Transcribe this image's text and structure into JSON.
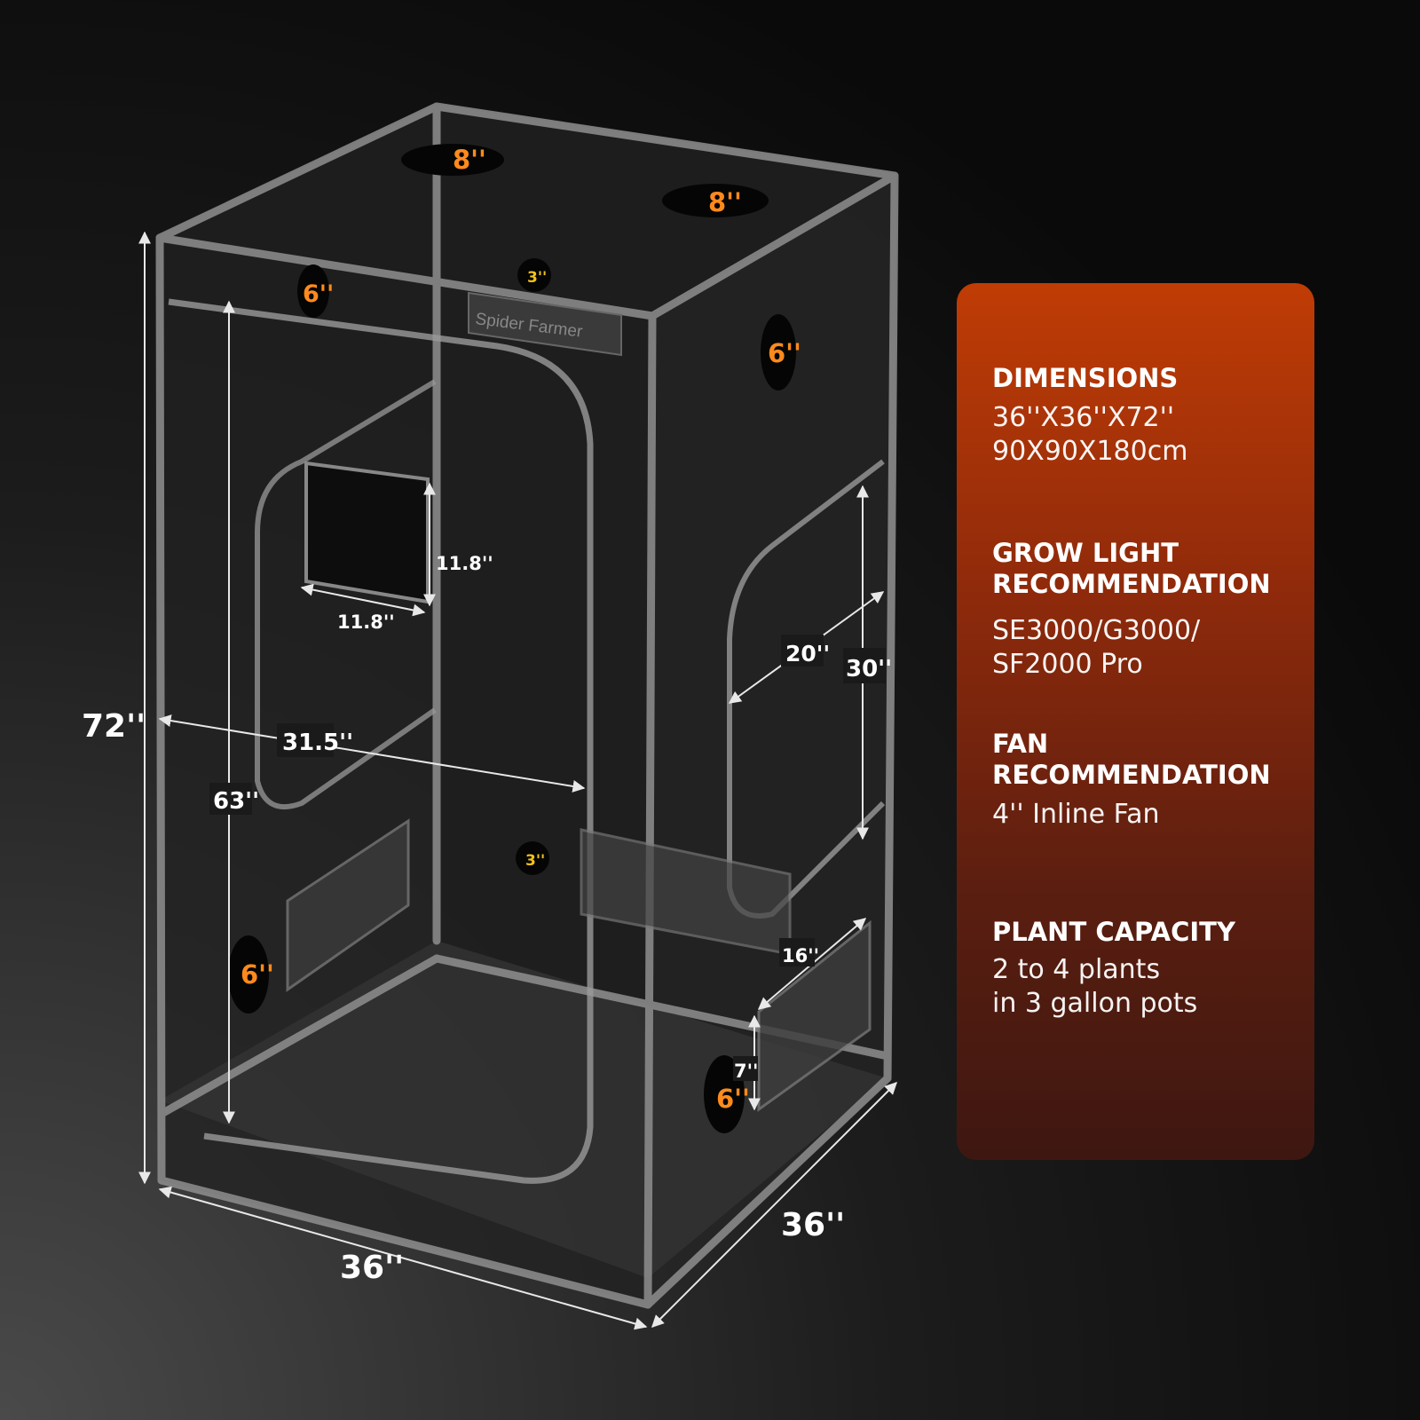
{
  "brand": {
    "logo_text": "Spider Farmer"
  },
  "tent_dimensions": {
    "height_total": "72''",
    "width_front": "36''",
    "depth_side": "36''",
    "door_height": "63''",
    "door_width": "31.5''",
    "front_window_w": "11.8''",
    "front_window_h": "11.8''",
    "side_window_w": "20''",
    "side_window_h": "30''",
    "side_vent_w": "16''",
    "side_vent_h": "7''",
    "top_port_large_1": "8''",
    "top_port_large_2": "8''",
    "front_top_port": "6''",
    "side_top_port": "6''",
    "front_bottom_port": "6''",
    "side_bottom_port": "6''",
    "small_port_top": "3''",
    "small_port_back": "3''"
  },
  "specs": [
    {
      "title": "DIMENSIONS",
      "value": "36''X36''X72''\n90X90X180cm"
    },
    {
      "title": "GROW LIGHT\nRECOMMENDATION",
      "value": "SE3000/G3000/\nSF2000 Pro"
    },
    {
      "title": "FAN\nRECOMMENDATION",
      "value": "4'' Inline Fan"
    },
    {
      "title": "PLANT CAPACITY",
      "value": "2 to 4 plants\nin 3 gallon pots"
    }
  ],
  "colors": {
    "card_top": "#c03c05",
    "card_bottom": "#3e1711",
    "port_label": "#ff8a1c",
    "dimension_text": "#ffffff"
  }
}
